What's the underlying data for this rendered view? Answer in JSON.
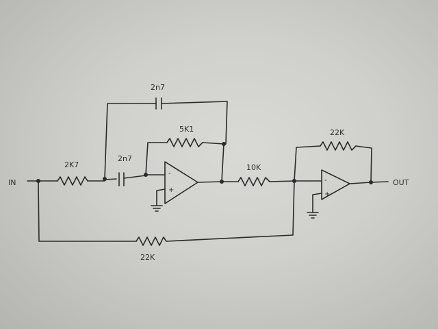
{
  "circuit": {
    "terminals": {
      "input": "IN",
      "output": "OUT"
    },
    "components": {
      "r_in": "2K7",
      "c_bridge": "2n7",
      "c_series": "2n7",
      "r_feedback_1": "5K1",
      "r_mid": "10K",
      "r_feedback_2": "22K",
      "r_bypass": "22K"
    },
    "opamp_signs": {
      "inverting": "-",
      "non_inverting": "+"
    }
  }
}
